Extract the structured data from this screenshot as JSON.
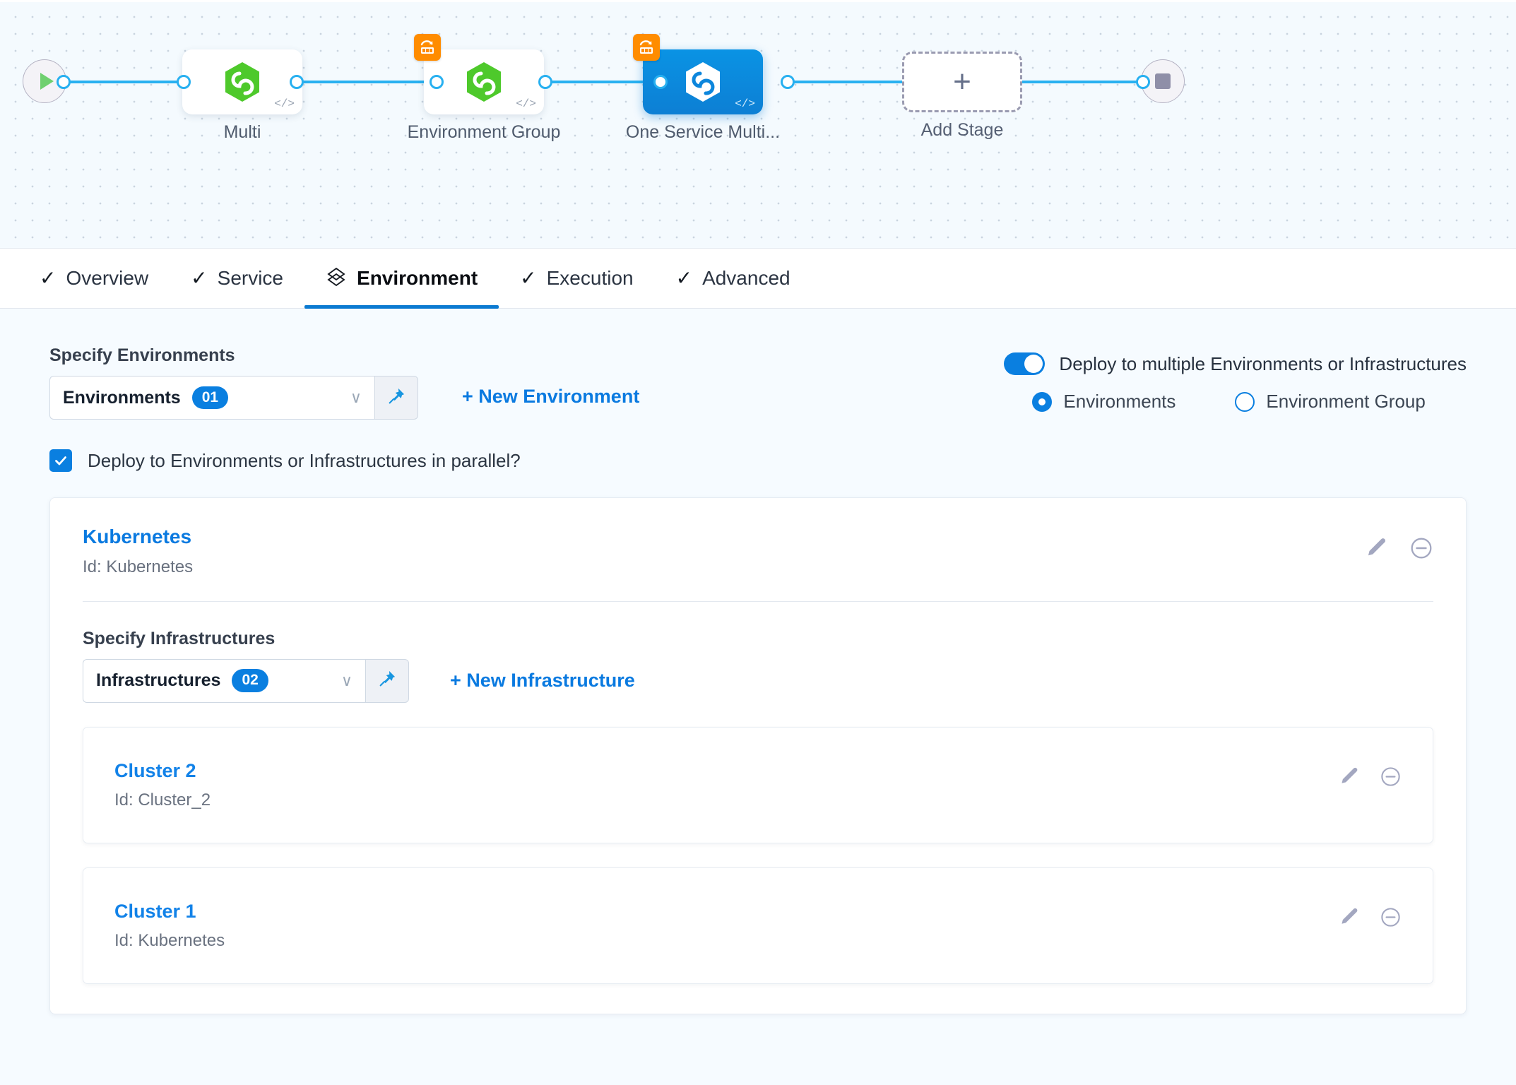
{
  "pipeline": {
    "start_node": "start-play",
    "end_node": "stop",
    "stages": [
      {
        "label": "Multi",
        "selected": false,
        "has_loop_badge": false
      },
      {
        "label": "Environment Group",
        "selected": false,
        "has_loop_badge": true
      },
      {
        "label": "One Service Multi...",
        "selected": true,
        "has_loop_badge": true
      }
    ],
    "add_stage_label": "Add Stage",
    "add_stage_glyph": "+",
    "colors": {
      "rail": "#28b0f0",
      "selected_stage": "#0d7fd4",
      "badge": "#ff8c00",
      "service_hex": "#4ec92b"
    }
  },
  "tabs": [
    {
      "label": "Overview",
      "check": "✓",
      "active": false
    },
    {
      "label": "Service",
      "check": "✓",
      "active": false
    },
    {
      "label": "Environment",
      "check": "",
      "active": true
    },
    {
      "label": "Execution",
      "check": "✓",
      "active": false
    },
    {
      "label": "Advanced",
      "check": "✓",
      "active": false
    }
  ],
  "environments": {
    "section_label": "Specify Environments",
    "select_value": "Environments",
    "select_count": "01",
    "caret": "∨",
    "new_link": "+ New Environment"
  },
  "multi_deploy": {
    "toggle_label": "Deploy to multiple Environments or Infrastructures",
    "toggle_on": true,
    "options": [
      {
        "label": "Environments",
        "checked": true
      },
      {
        "label": "Environment Group",
        "checked": false
      }
    ]
  },
  "parallel": {
    "label": "Deploy to Environments or Infrastructures in parallel?",
    "checked": true,
    "check_glyph": "✓"
  },
  "environment_card": {
    "title": "Kubernetes",
    "subtitle": "Id: Kubernetes",
    "infrastructures": {
      "section_label": "Specify Infrastructures",
      "select_value": "Infrastructures",
      "select_count": "02",
      "caret": "∨",
      "new_link": "+ New Infrastructure"
    },
    "items": [
      {
        "title": "Cluster 2",
        "subtitle": "Id: Cluster_2"
      },
      {
        "title": "Cluster 1",
        "subtitle": "Id: Kubernetes"
      }
    ]
  },
  "theme": {
    "accent": "#0a7fe0",
    "link": "#0a7ae0",
    "page_bg": "#f6fbff",
    "card_bg": "#ffffff",
    "muted_text": "#69717f"
  }
}
